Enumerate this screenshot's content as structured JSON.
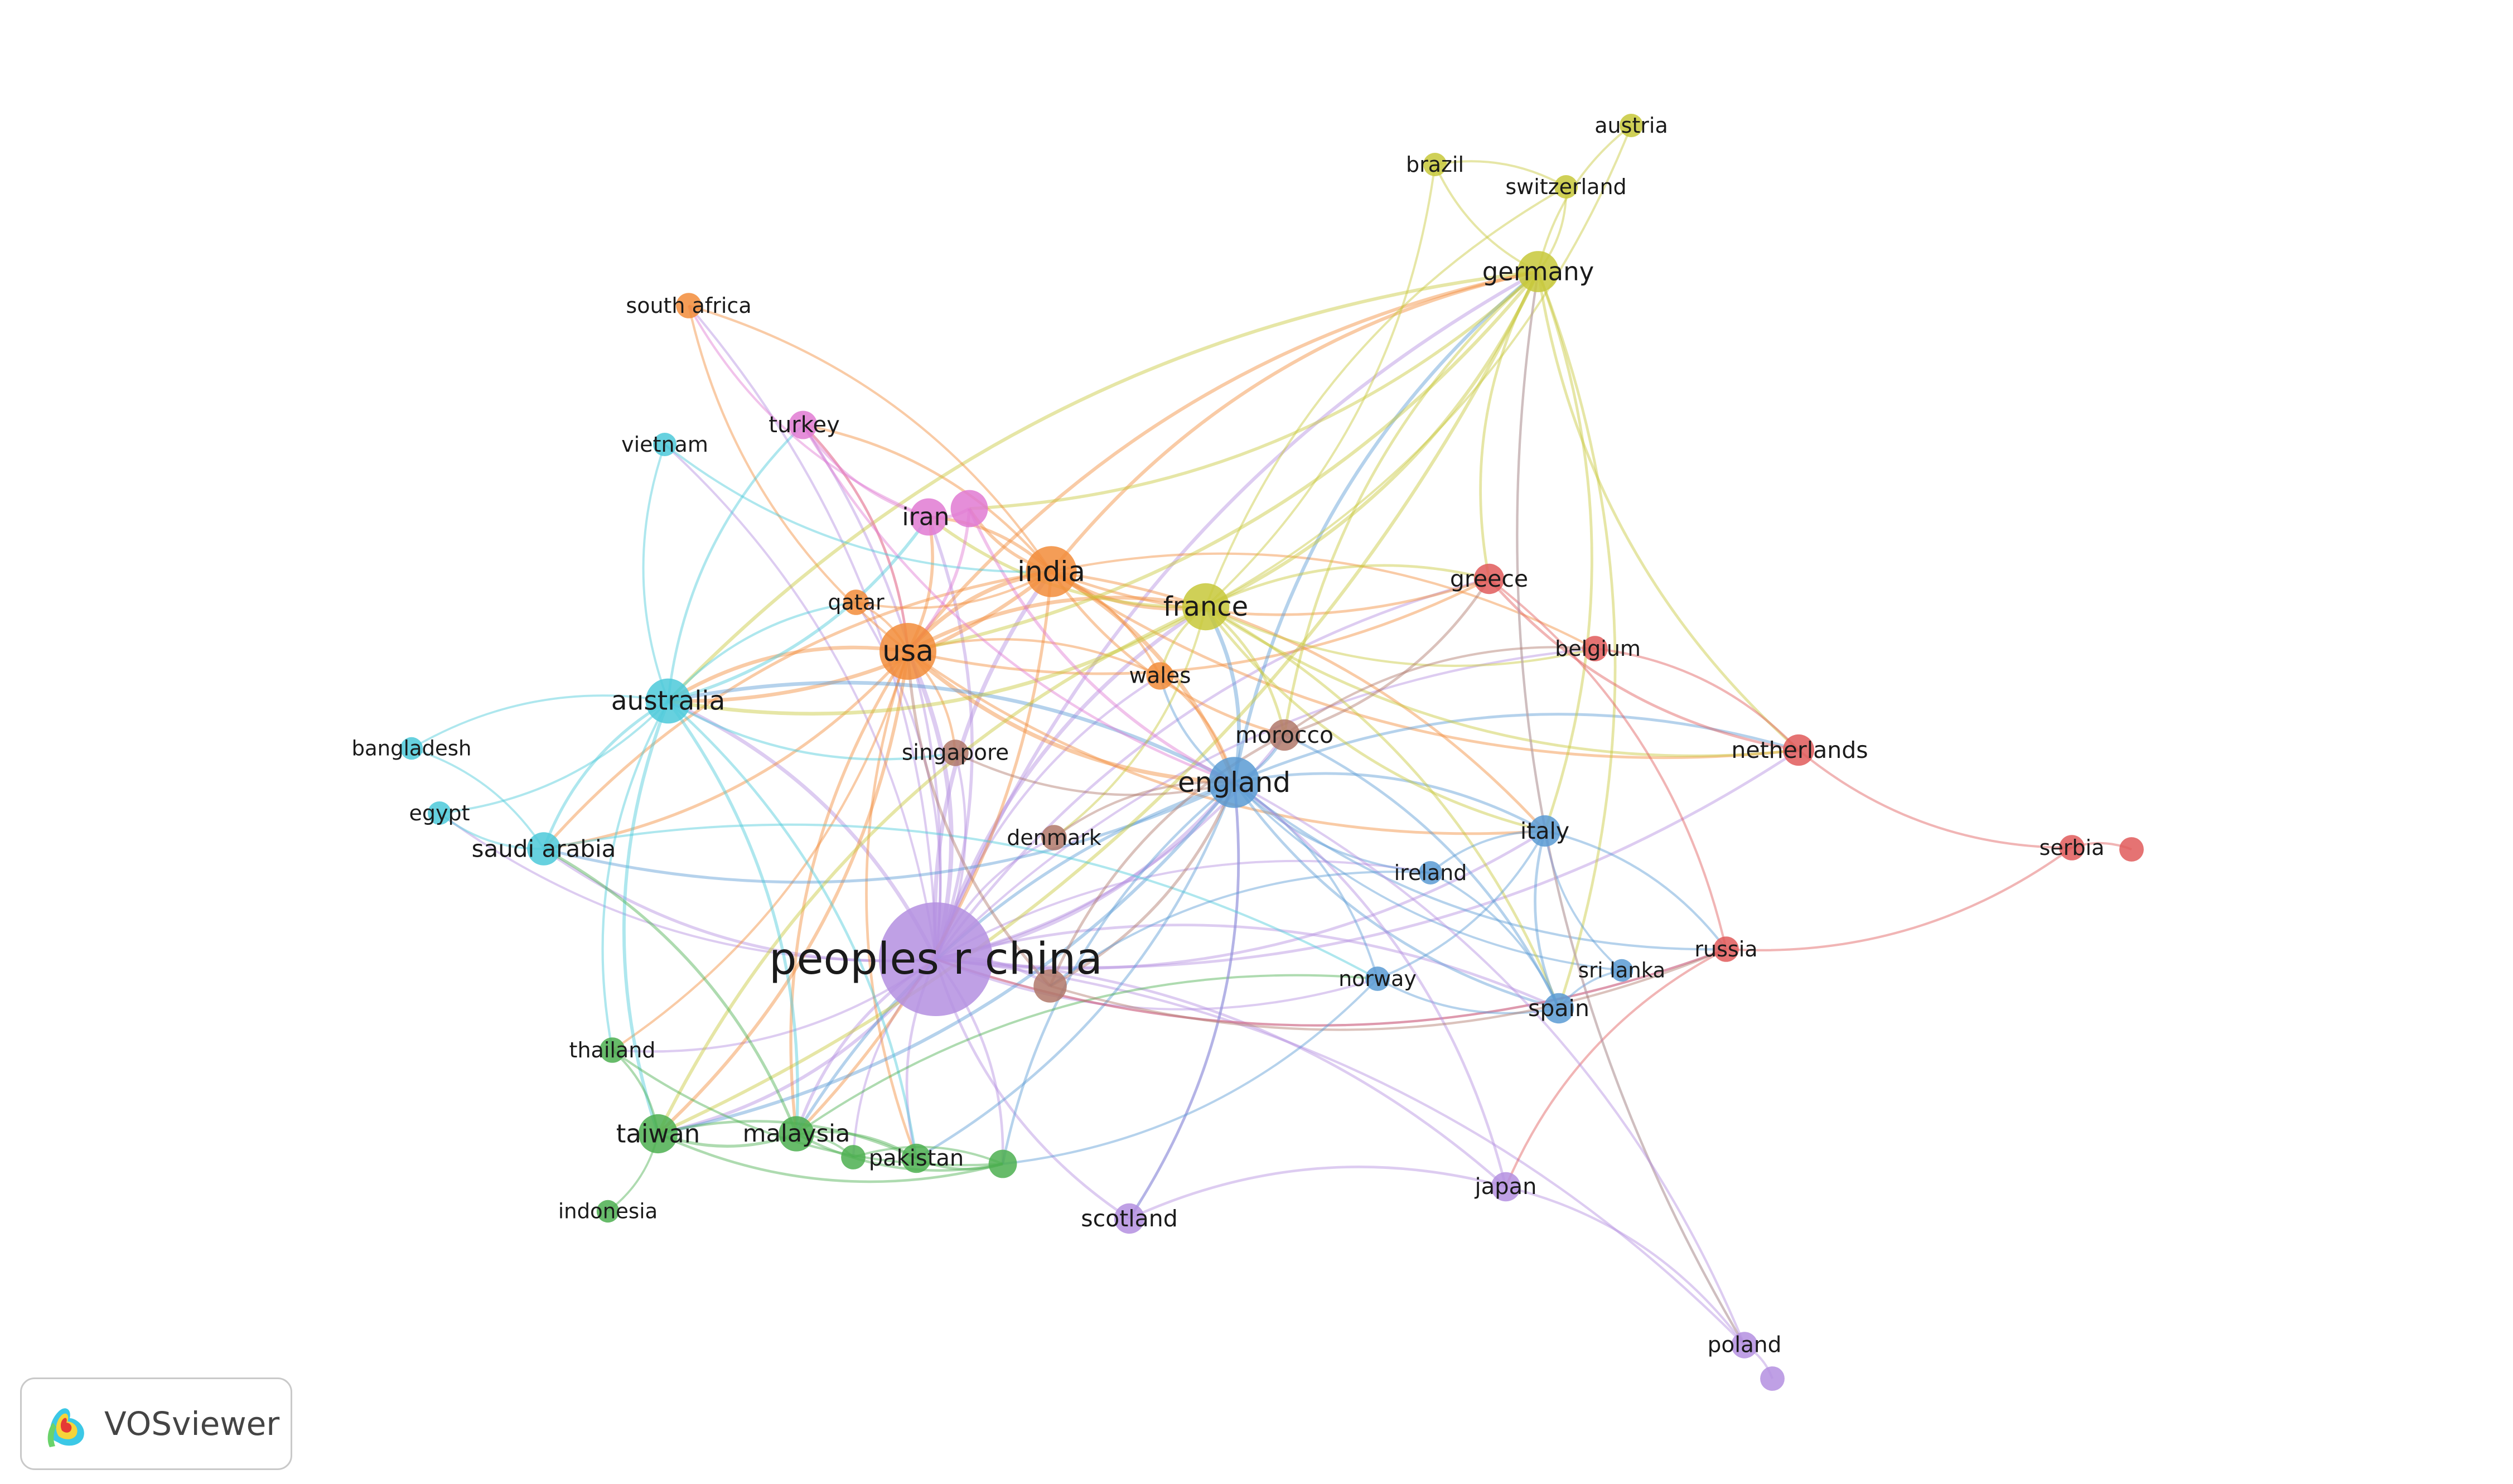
{
  "app": {
    "name": "VOSviewer"
  },
  "colors": {
    "red": "#e05a5a",
    "green": "#4caf50",
    "blue": "#5a9bd4",
    "yellow": "#c7c83a",
    "purple": "#b48fe0",
    "cyan": "#4cc9d9",
    "orange": "#f28c3a",
    "brown": "#b0786a",
    "pink": "#e07ad2"
  },
  "network": {
    "nodes": [
      {
        "id": "china",
        "label": "peoples r china",
        "cluster": "purple",
        "weight": 1.0
      },
      {
        "id": "usa",
        "label": "usa",
        "cluster": "orange",
        "weight": 0.42
      },
      {
        "id": "india",
        "label": "india",
        "cluster": "orange",
        "weight": 0.36
      },
      {
        "id": "england",
        "label": "england",
        "cluster": "blue",
        "weight": 0.36
      },
      {
        "id": "france",
        "label": "france",
        "cluster": "yellow",
        "weight": 0.32
      },
      {
        "id": "australia",
        "label": "australia",
        "cluster": "cyan",
        "weight": 0.3
      },
      {
        "id": "germany",
        "label": "germany",
        "cluster": "yellow",
        "weight": 0.26
      },
      {
        "id": "iran",
        "label": "iran",
        "cluster": "pink",
        "weight": 0.22
      },
      {
        "id": "iran2",
        "label": "",
        "cluster": "pink",
        "weight": 0.22
      },
      {
        "id": "taiwan",
        "label": "taiwan",
        "cluster": "green",
        "weight": 0.24
      },
      {
        "id": "malaysia",
        "label": "malaysia",
        "cluster": "green",
        "weight": 0.2
      },
      {
        "id": "saudi",
        "label": "saudi arabia",
        "cluster": "cyan",
        "weight": 0.18
      },
      {
        "id": "morocco",
        "label": "morocco",
        "cluster": "brown",
        "weight": 0.16
      },
      {
        "id": "chinanode2",
        "label": "",
        "cluster": "brown",
        "weight": 0.18
      },
      {
        "id": "netherlands",
        "label": "netherlands",
        "cluster": "red",
        "weight": 0.16
      },
      {
        "id": "greece",
        "label": "greece",
        "cluster": "red",
        "weight": 0.15
      },
      {
        "id": "italy",
        "label": "italy",
        "cluster": "blue",
        "weight": 0.16
      },
      {
        "id": "spain",
        "label": "spain",
        "cluster": "blue",
        "weight": 0.15
      },
      {
        "id": "scotland",
        "label": "scotland",
        "cluster": "purple",
        "weight": 0.15
      },
      {
        "id": "japan",
        "label": "japan",
        "cluster": "purple",
        "weight": 0.14
      },
      {
        "id": "pakistan",
        "label": "pakistan",
        "cluster": "green",
        "weight": 0.14
      },
      {
        "id": "greennode",
        "label": "",
        "cluster": "green",
        "weight": 0.13
      },
      {
        "id": "greensmall",
        "label": "",
        "cluster": "green",
        "weight": 0.09
      },
      {
        "id": "turkey",
        "label": "turkey",
        "cluster": "pink",
        "weight": 0.13
      },
      {
        "id": "wales",
        "label": "wales",
        "cluster": "orange",
        "weight": 0.12
      },
      {
        "id": "singapore",
        "label": "singapore",
        "cluster": "brown",
        "weight": 0.11
      },
      {
        "id": "denmark",
        "label": "denmark",
        "cluster": "brown",
        "weight": 0.1
      },
      {
        "id": "qatar",
        "label": "qatar",
        "cluster": "orange",
        "weight": 0.1
      },
      {
        "id": "belgium",
        "label": "belgium",
        "cluster": "red",
        "weight": 0.1
      },
      {
        "id": "russia",
        "label": "russia",
        "cluster": "red",
        "weight": 0.1
      },
      {
        "id": "serbia",
        "label": "serbia",
        "cluster": "red",
        "weight": 0.1
      },
      {
        "id": "serbia2",
        "label": "",
        "cluster": "red",
        "weight": 0.09
      },
      {
        "id": "southafrica",
        "label": "south africa",
        "cluster": "orange",
        "weight": 0.1
      },
      {
        "id": "thailand",
        "label": "thailand",
        "cluster": "green",
        "weight": 0.1
      },
      {
        "id": "poland",
        "label": "poland",
        "cluster": "purple",
        "weight": 0.11
      },
      {
        "id": "poland2",
        "label": "",
        "cluster": "purple",
        "weight": 0.09
      },
      {
        "id": "norway",
        "label": "norway",
        "cluster": "blue",
        "weight": 0.09
      },
      {
        "id": "ireland",
        "label": "ireland",
        "cluster": "blue",
        "weight": 0.08
      },
      {
        "id": "srilanka",
        "label": "sri lanka",
        "cluster": "blue",
        "weight": 0.07
      },
      {
        "id": "brazil",
        "label": "brazil",
        "cluster": "yellow",
        "weight": 0.08
      },
      {
        "id": "switzerland",
        "label": "switzerland",
        "cluster": "yellow",
        "weight": 0.08
      },
      {
        "id": "austria",
        "label": "austria",
        "cluster": "yellow",
        "weight": 0.08
      },
      {
        "id": "vietnam",
        "label": "vietnam",
        "cluster": "cyan",
        "weight": 0.08
      },
      {
        "id": "bangladesh",
        "label": "bangladesh",
        "cluster": "cyan",
        "weight": 0.07
      },
      {
        "id": "egypt",
        "label": "egypt",
        "cluster": "cyan",
        "weight": 0.08
      },
      {
        "id": "indonesia",
        "label": "indonesia",
        "cluster": "green",
        "weight": 0.07
      }
    ],
    "links": [
      [
        "china",
        "usa"
      ],
      [
        "china",
        "india"
      ],
      [
        "china",
        "england"
      ],
      [
        "china",
        "france"
      ],
      [
        "china",
        "australia"
      ],
      [
        "china",
        "germany"
      ],
      [
        "china",
        "iran"
      ],
      [
        "china",
        "taiwan"
      ],
      [
        "china",
        "malaysia"
      ],
      [
        "china",
        "saudi"
      ],
      [
        "china",
        "morocco"
      ],
      [
        "china",
        "chinanode2"
      ],
      [
        "china",
        "netherlands"
      ],
      [
        "china",
        "greece"
      ],
      [
        "china",
        "italy"
      ],
      [
        "china",
        "spain"
      ],
      [
        "china",
        "scotland"
      ],
      [
        "china",
        "japan"
      ],
      [
        "china",
        "pakistan"
      ],
      [
        "china",
        "greennode"
      ],
      [
        "china",
        "turkey"
      ],
      [
        "china",
        "wales"
      ],
      [
        "china",
        "singapore"
      ],
      [
        "china",
        "denmark"
      ],
      [
        "china",
        "qatar"
      ],
      [
        "china",
        "belgium"
      ],
      [
        "china",
        "russia"
      ],
      [
        "china",
        "thailand"
      ],
      [
        "china",
        "norway"
      ],
      [
        "china",
        "ireland"
      ],
      [
        "china",
        "southafrica"
      ],
      [
        "china",
        "poland"
      ],
      [
        "china",
        "vietnam"
      ],
      [
        "china",
        "egypt"
      ],
      [
        "china",
        "greensmall"
      ],
      [
        "usa",
        "india"
      ],
      [
        "usa",
        "england"
      ],
      [
        "usa",
        "france"
      ],
      [
        "usa",
        "australia"
      ],
      [
        "usa",
        "germany"
      ],
      [
        "usa",
        "iran"
      ],
      [
        "usa",
        "taiwan"
      ],
      [
        "usa",
        "malaysia"
      ],
      [
        "usa",
        "saudi"
      ],
      [
        "usa",
        "turkey"
      ],
      [
        "usa",
        "singapore"
      ],
      [
        "usa",
        "qatar"
      ],
      [
        "usa",
        "southafrica"
      ],
      [
        "usa",
        "greece"
      ],
      [
        "usa",
        "wales"
      ],
      [
        "usa",
        "pakistan"
      ],
      [
        "usa",
        "thailand"
      ],
      [
        "usa",
        "italy"
      ],
      [
        "india",
        "england"
      ],
      [
        "india",
        "france"
      ],
      [
        "india",
        "germany"
      ],
      [
        "india",
        "iran"
      ],
      [
        "india",
        "australia"
      ],
      [
        "india",
        "saudi"
      ],
      [
        "india",
        "malaysia"
      ],
      [
        "india",
        "greece"
      ],
      [
        "india",
        "belgium"
      ],
      [
        "india",
        "morocco"
      ],
      [
        "india",
        "wales"
      ],
      [
        "india",
        "turkey"
      ],
      [
        "india",
        "iran2"
      ],
      [
        "india",
        "netherlands"
      ],
      [
        "india",
        "italy"
      ],
      [
        "england",
        "france"
      ],
      [
        "england",
        "germany"
      ],
      [
        "england",
        "australia"
      ],
      [
        "england",
        "italy"
      ],
      [
        "england",
        "spain"
      ],
      [
        "england",
        "norway"
      ],
      [
        "england",
        "ireland"
      ],
      [
        "england",
        "scotland"
      ],
      [
        "england",
        "malaysia"
      ],
      [
        "england",
        "taiwan"
      ],
      [
        "england",
        "morocco"
      ],
      [
        "england",
        "netherlands"
      ],
      [
        "england",
        "russia"
      ],
      [
        "england",
        "pakistan"
      ],
      [
        "england",
        "greennode"
      ],
      [
        "england",
        "saudi"
      ],
      [
        "england",
        "srilanka"
      ],
      [
        "england",
        "wales"
      ],
      [
        "france",
        "germany"
      ],
      [
        "france",
        "morocco"
      ],
      [
        "france",
        "brazil"
      ],
      [
        "france",
        "switzerland"
      ],
      [
        "france",
        "austria"
      ],
      [
        "france",
        "greece"
      ],
      [
        "france",
        "belgium"
      ],
      [
        "france",
        "spain"
      ],
      [
        "france",
        "italy"
      ],
      [
        "france",
        "iran"
      ],
      [
        "france",
        "wales"
      ],
      [
        "france",
        "denmark"
      ],
      [
        "france",
        "netherlands"
      ],
      [
        "france",
        "australia"
      ],
      [
        "france",
        "taiwan"
      ],
      [
        "germany",
        "brazil"
      ],
      [
        "germany",
        "switzerland"
      ],
      [
        "germany",
        "austria"
      ],
      [
        "germany",
        "netherlands"
      ],
      [
        "germany",
        "italy"
      ],
      [
        "germany",
        "greece"
      ],
      [
        "germany",
        "iran2"
      ],
      [
        "germany",
        "morocco"
      ],
      [
        "germany",
        "spain"
      ],
      [
        "germany",
        "poland"
      ],
      [
        "germany",
        "usa"
      ],
      [
        "germany",
        "australia"
      ],
      [
        "germany",
        "taiwan"
      ],
      [
        "australia",
        "saudi"
      ],
      [
        "australia",
        "vietnam"
      ],
      [
        "australia",
        "bangladesh"
      ],
      [
        "australia",
        "egypt"
      ],
      [
        "australia",
        "taiwan"
      ],
      [
        "australia",
        "malaysia"
      ],
      [
        "australia",
        "iran"
      ],
      [
        "australia",
        "turkey"
      ],
      [
        "australia",
        "thailand"
      ],
      [
        "australia",
        "pakistan"
      ],
      [
        "australia",
        "singapore"
      ],
      [
        "australia",
        "qatar"
      ],
      [
        "taiwan",
        "malaysia"
      ],
      [
        "taiwan",
        "indonesia"
      ],
      [
        "taiwan",
        "thailand"
      ],
      [
        "taiwan",
        "pakistan"
      ],
      [
        "taiwan",
        "greennode"
      ],
      [
        "malaysia",
        "pakistan"
      ],
      [
        "malaysia",
        "greennode"
      ],
      [
        "malaysia",
        "greensmall"
      ],
      [
        "malaysia",
        "saudi"
      ],
      [
        "malaysia",
        "norway"
      ],
      [
        "pakistan",
        "greennode"
      ],
      [
        "greensmall",
        "greennode"
      ],
      [
        "thailand",
        "greennode"
      ],
      [
        "iran",
        "turkey"
      ],
      [
        "iran",
        "iran2"
      ],
      [
        "iran",
        "southafrica"
      ],
      [
        "iran2",
        "england"
      ],
      [
        "iran2",
        "usa"
      ],
      [
        "turkey",
        "england"
      ],
      [
        "turkey",
        "usa"
      ],
      [
        "netherlands",
        "serbia"
      ],
      [
        "netherlands",
        "greece"
      ],
      [
        "netherlands",
        "belgium"
      ],
      [
        "greece",
        "russia"
      ],
      [
        "russia",
        "serbia"
      ],
      [
        "serbia",
        "serbia2"
      ],
      [
        "russia",
        "japan"
      ],
      [
        "russia",
        "china"
      ],
      [
        "italy",
        "spain"
      ],
      [
        "italy",
        "norway"
      ],
      [
        "italy",
        "ireland"
      ],
      [
        "italy",
        "russia"
      ],
      [
        "italy",
        "srilanka"
      ],
      [
        "spain",
        "norway"
      ],
      [
        "spain",
        "ireland"
      ],
      [
        "spain",
        "srilanka"
      ],
      [
        "spain",
        "morocco"
      ],
      [
        "scotland",
        "japan"
      ],
      [
        "scotland",
        "england"
      ],
      [
        "japan",
        "poland"
      ],
      [
        "japan",
        "england"
      ],
      [
        "poland",
        "poland2"
      ],
      [
        "poland",
        "england"
      ],
      [
        "poland",
        "germany"
      ],
      [
        "morocco",
        "greece"
      ],
      [
        "morocco",
        "belgium"
      ],
      [
        "morocco",
        "chinanode2"
      ],
      [
        "denmark",
        "england"
      ],
      [
        "singapore",
        "england"
      ],
      [
        "wales",
        "england"
      ],
      [
        "qatar",
        "india"
      ],
      [
        "southafrica",
        "india"
      ],
      [
        "vietnam",
        "india"
      ],
      [
        "saudi",
        "egypt"
      ],
      [
        "saudi",
        "bangladesh"
      ],
      [
        "saudi",
        "norway"
      ],
      [
        "chinanode2",
        "england"
      ],
      [
        "chinanode2",
        "usa"
      ],
      [
        "chinanode2",
        "russia"
      ],
      [
        "norway",
        "greennode"
      ],
      [
        "ireland",
        "chinanode2"
      ],
      [
        "brazil",
        "switzerland"
      ]
    ]
  }
}
